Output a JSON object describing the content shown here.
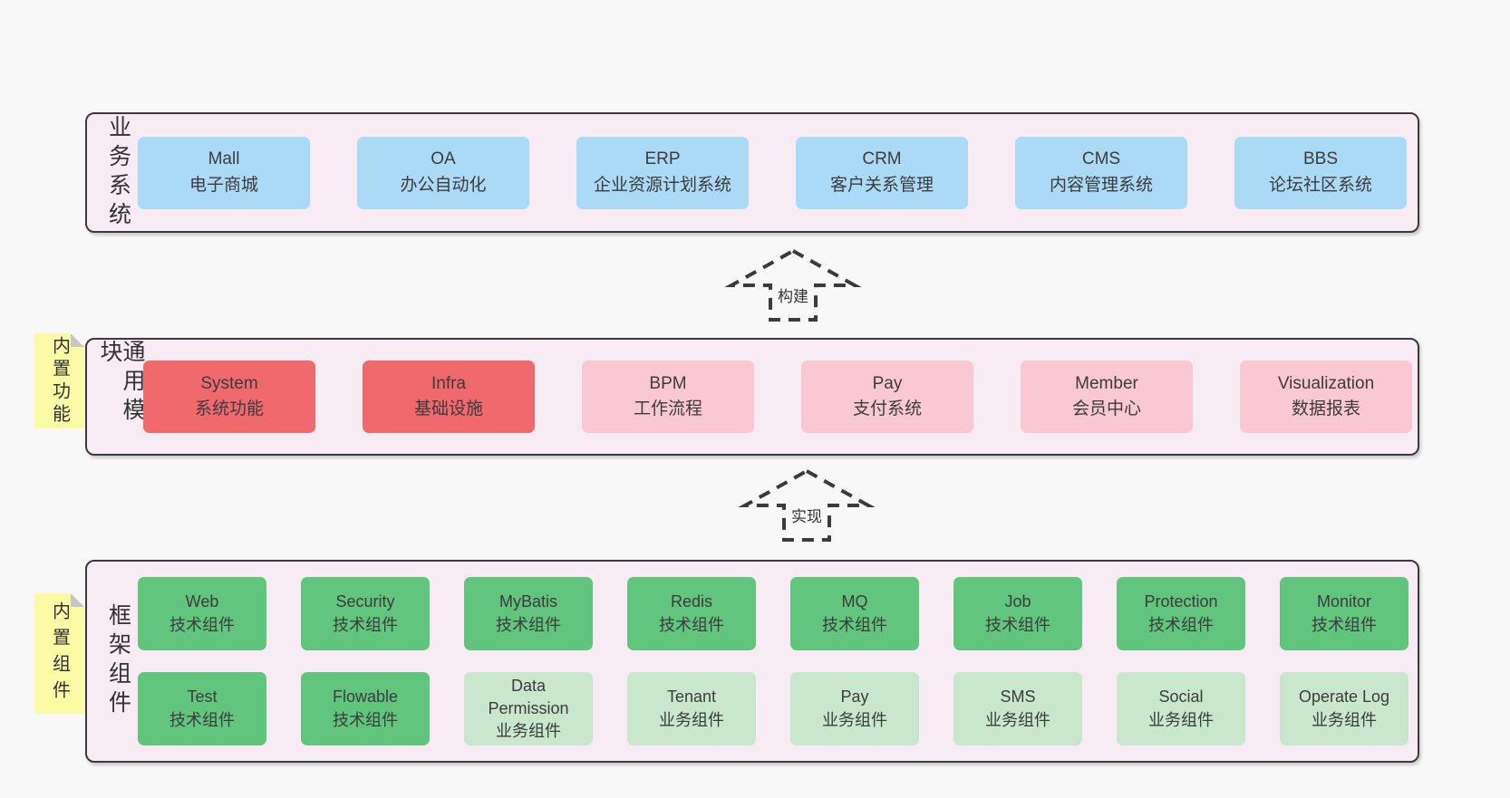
{
  "colors": {
    "page_bg": "#f8f8f8",
    "container_bg": "#f7ecf4",
    "line": "#3b3b3b",
    "blue": "#abdaf6",
    "red": "#f0696c",
    "pink": "#fac8d2",
    "green": "#62c57d",
    "light_green": "#c8e7cd",
    "note_yellow": "#fbfba6",
    "note_fold": "#c6c6c6",
    "text": "#3c3c3c"
  },
  "layers": [
    {
      "id": "business-systems",
      "label": "业务系统",
      "rows": [
        [
          {
            "title": "Mall",
            "subtitle": "电子商城"
          },
          {
            "title": "OA",
            "subtitle": "办公自动化"
          },
          {
            "title": "ERP",
            "subtitle": "企业资源计划系统"
          },
          {
            "title": "CRM",
            "subtitle": "客户关系管理"
          },
          {
            "title": "CMS",
            "subtitle": "内容管理系统"
          },
          {
            "title": "BBS",
            "subtitle": "论坛社区系统"
          }
        ]
      ]
    },
    {
      "id": "common-modules",
      "label": "通用模块",
      "note": "内置功能",
      "rows": [
        [
          {
            "title": "System",
            "subtitle": "系统功能"
          },
          {
            "title": "Infra",
            "subtitle": "基础设施"
          },
          {
            "title": "BPM",
            "subtitle": "工作流程"
          },
          {
            "title": "Pay",
            "subtitle": "支付系统"
          },
          {
            "title": "Member",
            "subtitle": "会员中心"
          },
          {
            "title": "Visualization",
            "subtitle": "数据报表"
          }
        ]
      ]
    },
    {
      "id": "framework-components",
      "label": "框架组件",
      "note": "内置组件",
      "rows": [
        [
          {
            "title": "Web",
            "subtitle": "技术组件"
          },
          {
            "title": "Security",
            "subtitle": "技术组件"
          },
          {
            "title": "MyBatis",
            "subtitle": "技术组件"
          },
          {
            "title": "Redis",
            "subtitle": "技术组件"
          },
          {
            "title": "MQ",
            "subtitle": "技术组件"
          },
          {
            "title": "Job",
            "subtitle": "技术组件"
          },
          {
            "title": "Protection",
            "subtitle": "技术组件"
          },
          {
            "title": "Monitor",
            "subtitle": "技术组件"
          }
        ],
        [
          {
            "title": "Test",
            "subtitle": "技术组件"
          },
          {
            "title": "Flowable",
            "subtitle": "技术组件"
          },
          {
            "title": "Data Permission",
            "subtitle": "业务组件"
          },
          {
            "title": "Tenant",
            "subtitle": "业务组件"
          },
          {
            "title": "Pay",
            "subtitle": "业务组件"
          },
          {
            "title": "SMS",
            "subtitle": "业务组件"
          },
          {
            "title": "Social",
            "subtitle": "业务组件"
          },
          {
            "title": "Operate Log",
            "subtitle": "业务组件"
          }
        ]
      ]
    }
  ],
  "arrows": [
    {
      "label": "构建"
    },
    {
      "label": "实现"
    }
  ]
}
